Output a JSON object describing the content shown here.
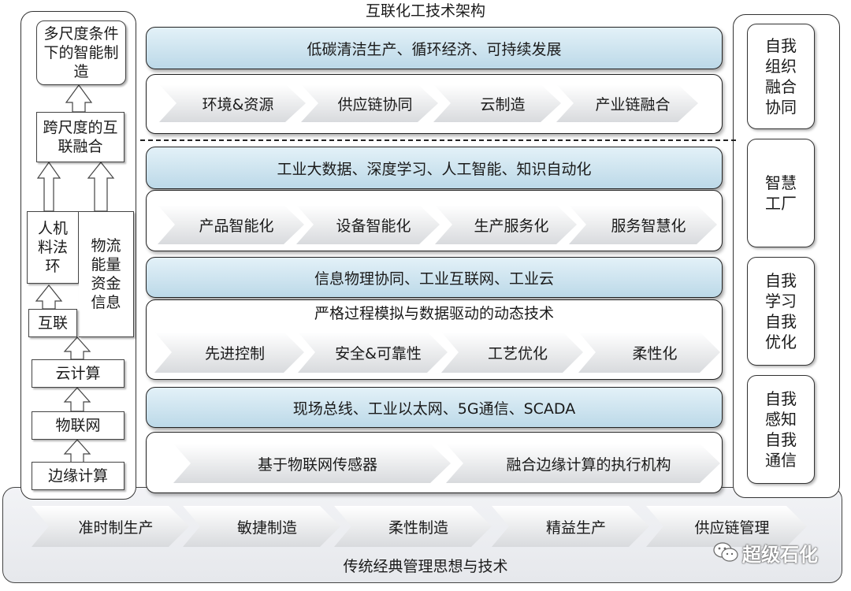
{
  "title": "互联化工技术架构",
  "bottom_label": "传统经典管理思想与技术",
  "watermark": "超级石化",
  "layers": [
    {
      "band": "低碳清洁生产、循环经济、可持续发展",
      "arrows": [
        "环境&资源",
        "供应链协同",
        "云制造",
        "产业链融合"
      ]
    },
    {
      "band": "工业大数据、深度学习、人工智能、知识自动化",
      "arrows": [
        "产品智能化",
        "设备智能化",
        "生产服务化",
        "服务智慧化"
      ]
    },
    {
      "band": "信息物理协同、工业互联网、工业云",
      "panel_heading": "严格过程模拟与数据驱动的动态技术",
      "arrows": [
        "先进控制",
        "安全&可靠性",
        "工艺优化",
        "柔性化"
      ]
    },
    {
      "band": "现场总线、工业以太网、5G通信、SCADA",
      "arrows": [
        "基于物联网传感器",
        "融合边缘计算的执行机构"
      ]
    }
  ],
  "bottom_arrows": [
    "准时制生产",
    "敏捷制造",
    "柔性制造",
    "精益生产",
    "供应链管理"
  ],
  "left_column": {
    "top": "多尺度条件下的智能制造",
    "fusion": "跨尺度的互联融合",
    "people": "人机料法环",
    "logistics": "物流能量资金信息",
    "interconnect": "互联",
    "cloud": "云计算",
    "iot": "物联网",
    "edge": "边缘计算"
  },
  "right_column": [
    "自我组织融合协同",
    "智慧工厂",
    "自我学习自我优化",
    "自我感知自我通信"
  ]
}
